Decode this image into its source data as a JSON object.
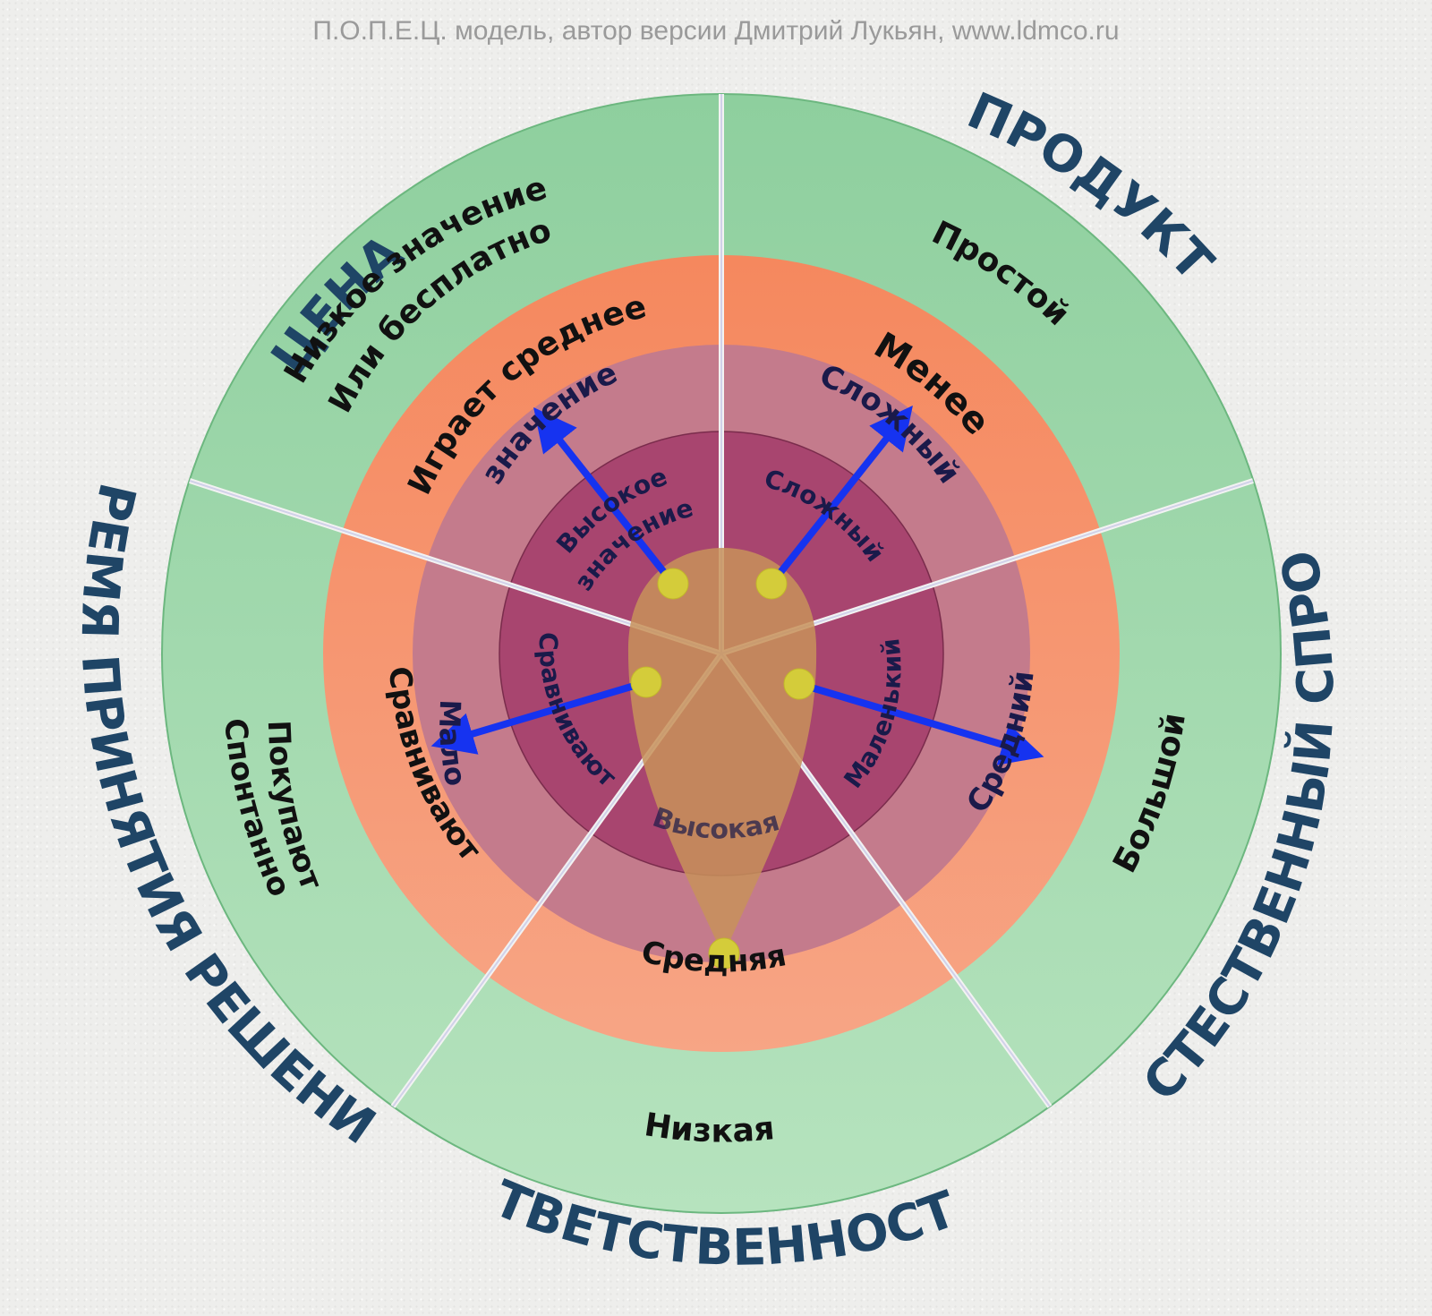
{
  "credit": "П.О.П.Е.Ц. модель, автор версии Дмитрий Лукьян, www.ldmco.ru",
  "categories": {
    "price": "ЦЕНА",
    "product": "ПРОДУКТ",
    "demand": "ЕСТЕСТВЕННЫЙ СПРОС",
    "responsibility": "ОТВЕТСТВЕННОСТЬ",
    "decision_time": "ВРЕМЯ ПРИНЯТИЯ РЕШЕНИЯ"
  },
  "outer": {
    "price_1": "Низкое значение",
    "price_2": "Или бесплатно",
    "product": "Простой",
    "demand": "Большой",
    "responsibility": "Низкая",
    "time_1": "Покупают",
    "time_2": "Спонтанно"
  },
  "middle": {
    "price_1": "Играет среднее",
    "price_2": "значение",
    "product_1": "Менее",
    "product_2": "Сложный",
    "demand": "Средний",
    "responsibility": "Средняя",
    "time_1": "Мало",
    "time_2": "Сравнивают"
  },
  "inner": {
    "price_1": "Высокое",
    "price_2": "значение",
    "product": "Сложный",
    "demand": "Маленький",
    "responsibility": "Высокая",
    "time": "Сравнивают"
  },
  "colors": {
    "outer_ring": "#a6dbb0",
    "middle_ring": "#f5906a",
    "inner_ring": "#c47b8c",
    "core": "#a8456f",
    "drop": "#c8925a",
    "arrow": "#1633f0",
    "dot": "#d4cc3a",
    "category_text": "#1f4566"
  }
}
